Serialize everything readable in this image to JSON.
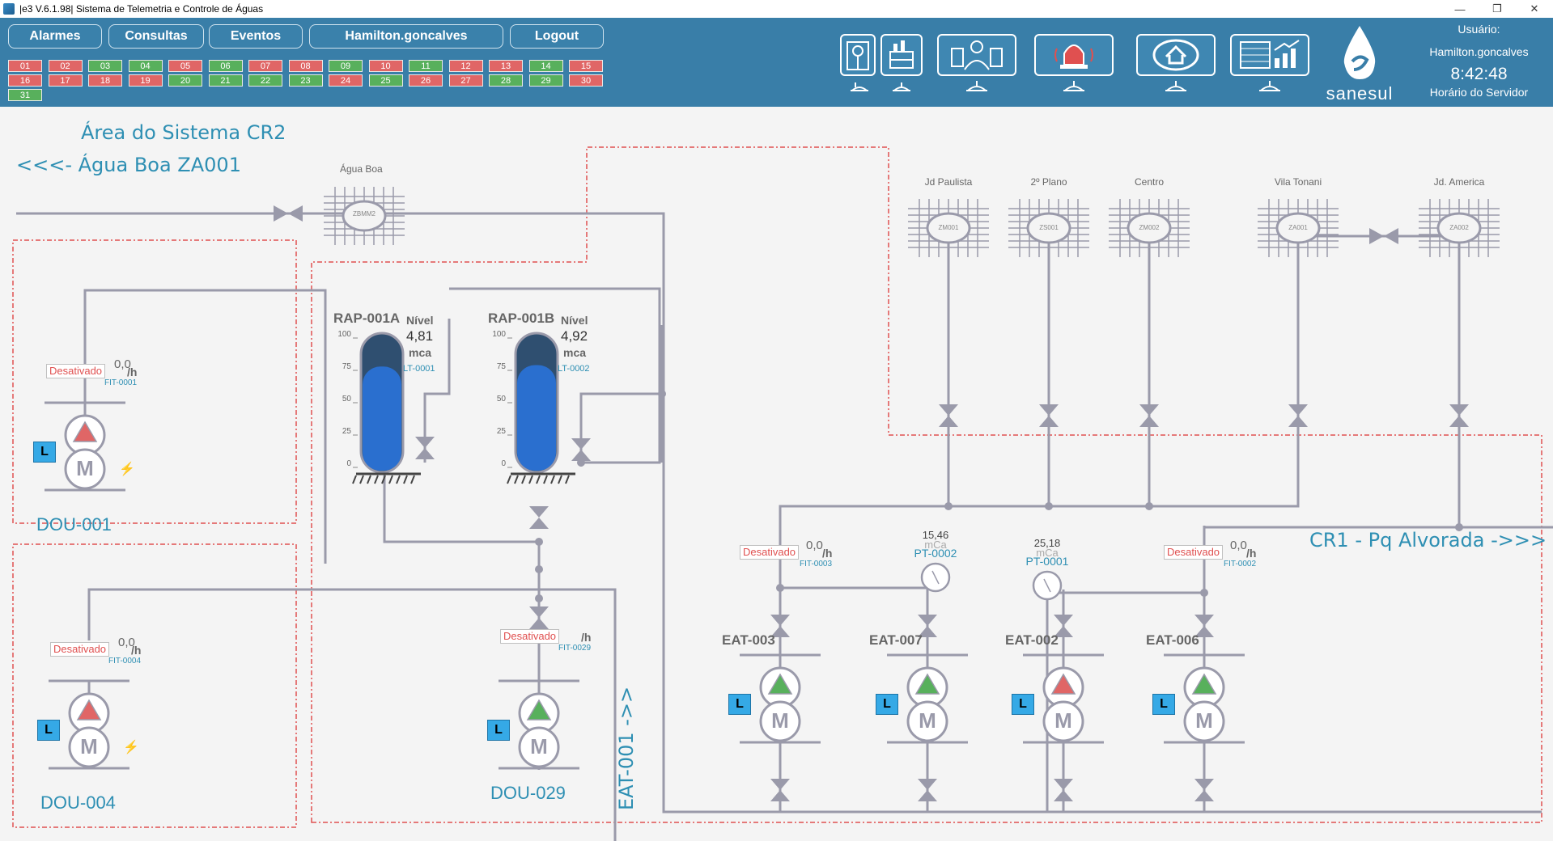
{
  "window": {
    "title": "|e3 V.6.1.98| Sistema de Telemetria e Controle de Águas",
    "minimize": "—",
    "restore": "❐",
    "close": "✕"
  },
  "menu": {
    "alarmes": "Alarmes",
    "consultas": "Consultas",
    "eventos": "Eventos",
    "user_button": "Hamilton.goncalves",
    "logout": "Logout"
  },
  "days": [
    {
      "n": "01",
      "s": "red"
    },
    {
      "n": "02",
      "s": "red"
    },
    {
      "n": "03",
      "s": "green"
    },
    {
      "n": "04",
      "s": "green"
    },
    {
      "n": "05",
      "s": "red"
    },
    {
      "n": "06",
      "s": "green"
    },
    {
      "n": "07",
      "s": "red"
    },
    {
      "n": "08",
      "s": "red"
    },
    {
      "n": "09",
      "s": "green"
    },
    {
      "n": "10",
      "s": "red"
    },
    {
      "n": "11",
      "s": "green"
    },
    {
      "n": "12",
      "s": "red"
    },
    {
      "n": "13",
      "s": "red"
    },
    {
      "n": "14",
      "s": "green"
    },
    {
      "n": "15",
      "s": "red"
    },
    {
      "n": "16",
      "s": "red"
    },
    {
      "n": "17",
      "s": "red"
    },
    {
      "n": "18",
      "s": "red"
    },
    {
      "n": "19",
      "s": "red"
    },
    {
      "n": "20",
      "s": "green"
    },
    {
      "n": "21",
      "s": "green"
    },
    {
      "n": "22",
      "s": "green"
    },
    {
      "n": "23",
      "s": "green"
    },
    {
      "n": "24",
      "s": "red"
    },
    {
      "n": "25",
      "s": "green"
    },
    {
      "n": "26",
      "s": "red"
    },
    {
      "n": "27",
      "s": "red"
    },
    {
      "n": "28",
      "s": "green"
    },
    {
      "n": "29",
      "s": "green"
    },
    {
      "n": "30",
      "s": "red"
    },
    {
      "n": "31",
      "s": "green"
    }
  ],
  "colors": {
    "header": "#397ea8",
    "day_alarm": "#e06666",
    "day_ok": "#58b05c",
    "pipe": "#9a9aaa",
    "area_border": "#e05050",
    "label_blue": "#2e8fb3",
    "tank_fill": "#2a6fcf",
    "tank_top": "#2f4f70"
  },
  "nav_icons": [
    "station-icon",
    "factory-icon",
    "operator-icon",
    "alarm-bell-icon",
    "home-icon",
    "dashboard-chart-icon"
  ],
  "user": {
    "label": "Usuário:",
    "name": "Hamilton.goncalves",
    "clock": "8:42:48",
    "server_label": "Horário do Servidor"
  },
  "logo": {
    "text": "sanesul"
  },
  "scada": {
    "area_title": "Área do Sistema CR2",
    "inlet_label": "<<<- Água Boa ZA001",
    "outlet_cr1": "CR1 - Pq Alvorada ->>>",
    "outlet_eat": "EAT-001 ->>",
    "agua_boa": {
      "name": "Água Boa",
      "code": "ZBMM2"
    },
    "zones": [
      {
        "name": "Jd Paulista",
        "code": "ZM001"
      },
      {
        "name": "2º Plano",
        "code": "ZS001"
      },
      {
        "name": "Centro",
        "code": "ZM002"
      },
      {
        "name": "Vila Tonani",
        "code": "ZA001"
      },
      {
        "name": "Jd. America",
        "code": "ZA002"
      }
    ],
    "tanks": [
      {
        "name": "RAP-001A",
        "level_label": "Nível",
        "value": "4,81",
        "unit": "mca",
        "tag": "LT-0001",
        "level_pct": 76
      },
      {
        "name": "RAP-001B",
        "level_label": "Nível",
        "value": "4,92",
        "unit": "mca",
        "tag": "LT-0002",
        "level_pct": 77
      }
    ],
    "tank_scale": [
      "100",
      "75",
      "50",
      "25",
      "0"
    ],
    "pumps_dou": [
      {
        "name": "DOU-001",
        "flow": "0,0",
        "unit": "/h",
        "status": "Desativado",
        "fit": "FIT-0001",
        "mode": "L",
        "state": "off"
      },
      {
        "name": "DOU-004",
        "flow": "0,0",
        "unit": "/h",
        "status": "Desativado",
        "fit": "FIT-0004",
        "mode": "L",
        "state": "off"
      },
      {
        "name": "DOU-029",
        "flow": "",
        "unit": "/h",
        "status": "Desativado",
        "fit": "FIT-0029",
        "mode": "L",
        "state": "on"
      }
    ],
    "pumps_eat": [
      {
        "name": "EAT-003",
        "mode": "L",
        "state": "on"
      },
      {
        "name": "EAT-007",
        "mode": "L",
        "state": "on"
      },
      {
        "name": "EAT-002",
        "mode": "L",
        "state": "off"
      },
      {
        "name": "EAT-006",
        "mode": "L",
        "state": "on"
      }
    ],
    "eat_flows": [
      {
        "flow": "0,0",
        "unit": "/h",
        "status": "Desativado",
        "fit": "FIT-0003"
      },
      {
        "flow": "0,0",
        "unit": "/h",
        "status": "Desativado",
        "fit": "FIT-0002"
      }
    ],
    "pressures": [
      {
        "value": "15,46",
        "unit": "mCa",
        "tag": "PT-0002"
      },
      {
        "value": "25,18",
        "unit": "mCa",
        "tag": "PT-0001"
      }
    ],
    "motor_letter": "M"
  }
}
